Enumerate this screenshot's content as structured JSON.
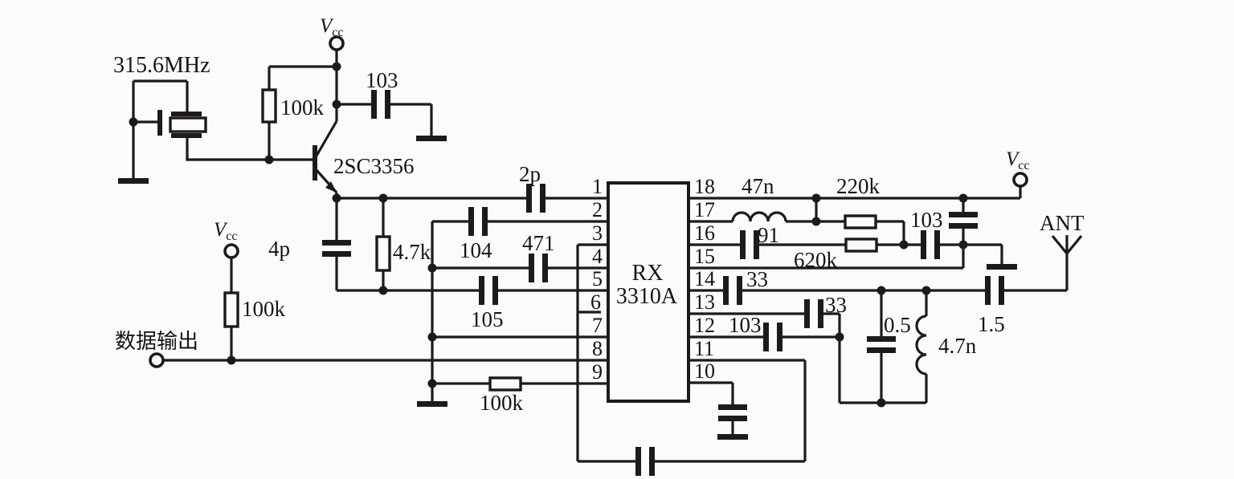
{
  "supply": {
    "v": "V",
    "sub": "cc"
  },
  "oscillator": {
    "crystal_freq": "315.6MHz",
    "bias_resistor": "100k",
    "bypass_cap": "103",
    "transistor": "2SC3356"
  },
  "coupling": {
    "c_2p": "2p",
    "c_4p": "4p",
    "r_4k7": "4.7k",
    "c_104": "104",
    "c_471": "471",
    "c_105": "105"
  },
  "output": {
    "label": "数据输出",
    "pullup_resistor": "100k",
    "pin9_resistor": "100k"
  },
  "ic": {
    "name_line1": "RX",
    "name_line2": "3310A",
    "pins_left": [
      "1",
      "2",
      "3",
      "4",
      "5",
      "6",
      "7",
      "8",
      "9"
    ],
    "pins_right": [
      "18",
      "17",
      "16",
      "15",
      "14",
      "13",
      "12",
      "11",
      "10"
    ]
  },
  "rf": {
    "l_47n": "47n",
    "r_220k": "220k",
    "c_91": "91",
    "r_620k": "620k",
    "c_103": "103",
    "c_33_pin14": "33",
    "c_33_pin13": "33",
    "c_103_pin12": "103",
    "c_0p5": "0.5",
    "l_4p7n": "4.7n",
    "c_1p5": "1.5",
    "antenna": "ANT"
  }
}
